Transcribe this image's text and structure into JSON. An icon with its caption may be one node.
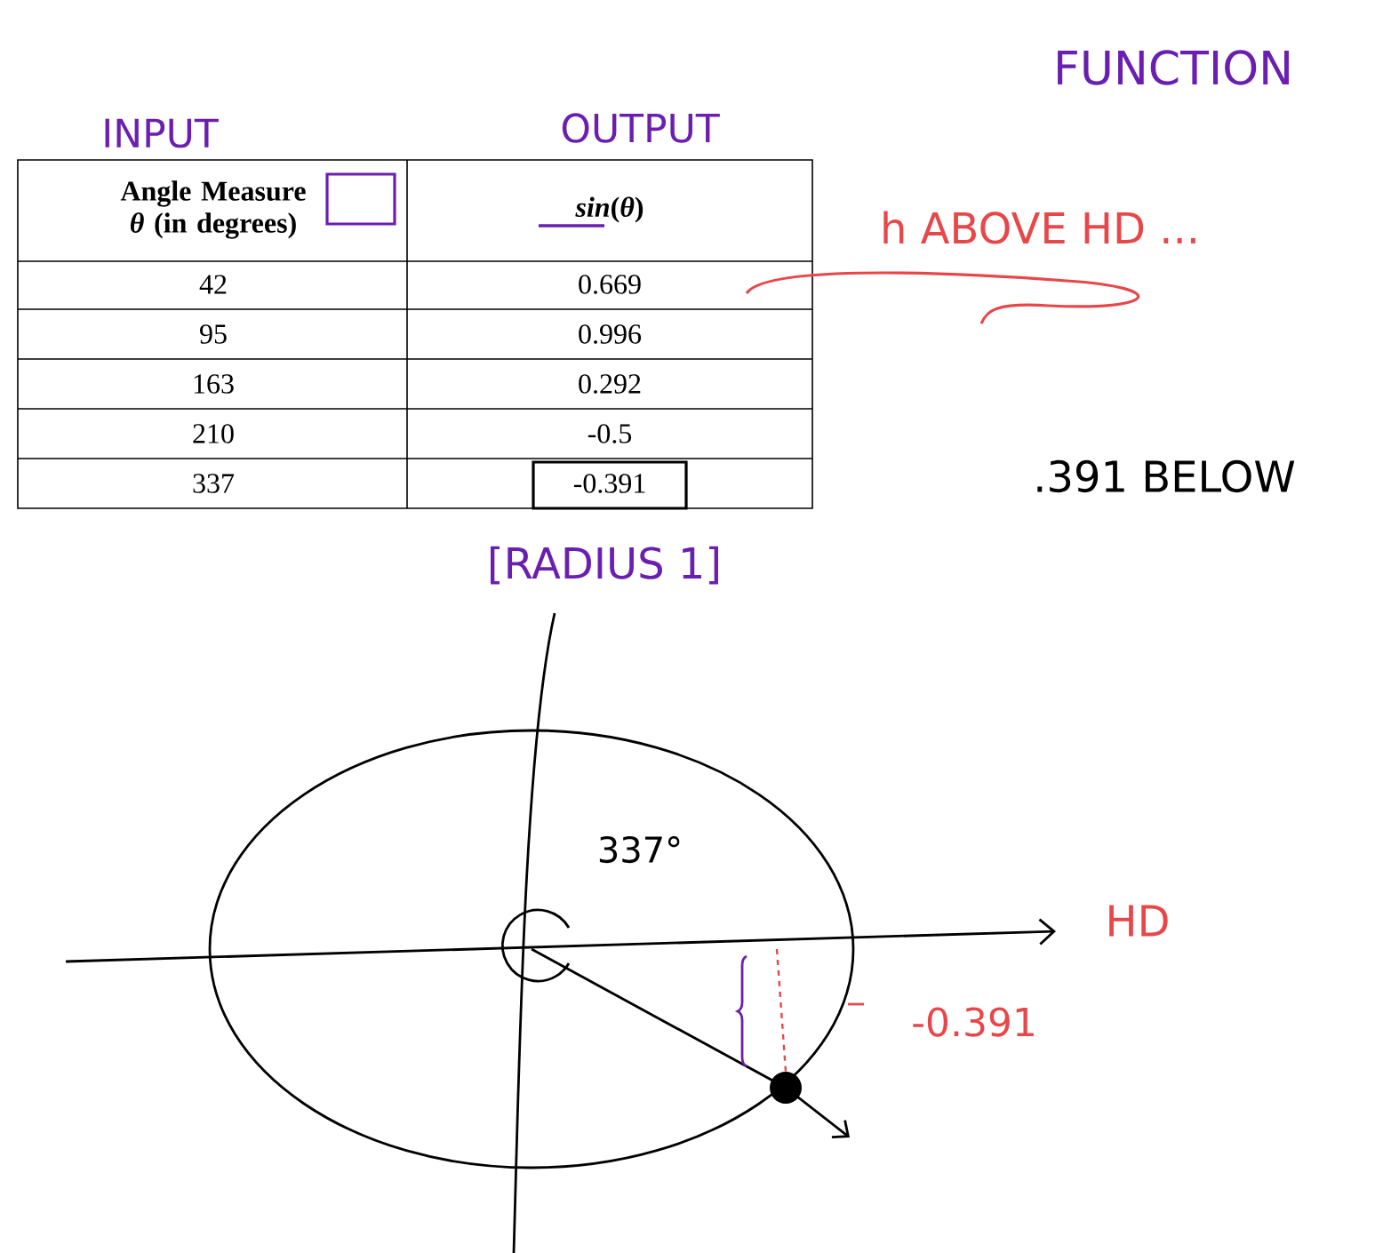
{
  "diagram": {
    "labels": [
      "FUNCTION",
      "INPUT",
      "OUTPUT",
      "Angle Measure *θ* (in degrees)",
      "*sin*(*θ*)",
      "42",
      "0.669",
      "95",
      "0.996",
      "163",
      "0.292",
      "210",
      "-0.5",
      "337",
      "-0.391",
      "h ABOVE HD ...",
      ".391 BELOW",
      "[RADIUS 1]",
      "337°",
      "HD",
      "-0.391"
    ]
  }
}
